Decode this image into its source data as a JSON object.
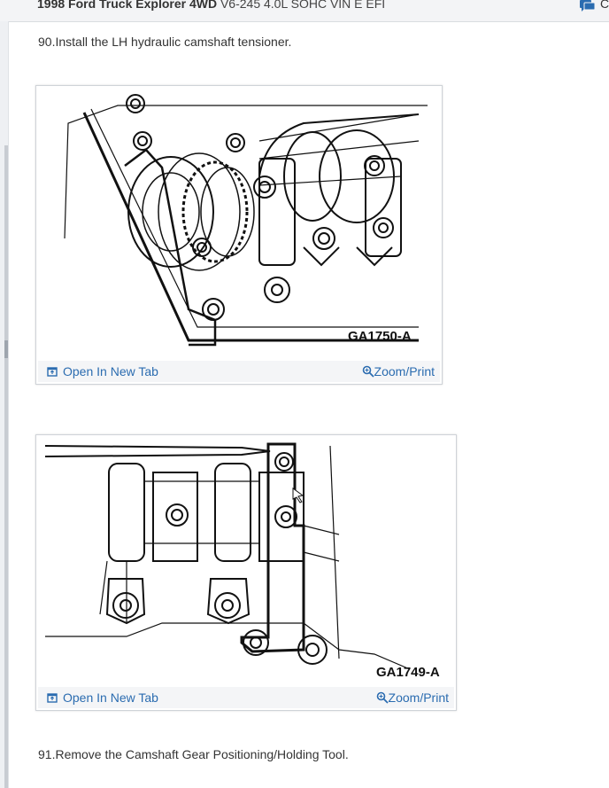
{
  "header": {
    "title_bold": "1998 Ford Truck Explorer 4WD",
    "title_rest": "V6-245 4.0L SOHC VIN E EFI",
    "chat_icon": "chat-icon",
    "trailing_letter": "C"
  },
  "steps": {
    "step90": "90.Install the LH hydraulic camshaft tensioner.",
    "step91": "91.Remove the Camshaft Gear Positioning/Holding Tool."
  },
  "figures": [
    {
      "label": "GA1750-A",
      "open_label": "Open In New Tab",
      "zoom_label": "Zoom/Print",
      "open_icon": "open-in-new-tab-icon",
      "zoom_icon": "magnifier-icon"
    },
    {
      "label": "GA1749-A",
      "open_label": "Open In New Tab",
      "zoom_label": "Zoom/Print",
      "open_icon": "open-in-new-tab-icon",
      "zoom_icon": "magnifier-icon"
    }
  ],
  "colors": {
    "link": "#2b6cb0",
    "text": "#333333",
    "footer_bg": "#f4f5f7"
  }
}
